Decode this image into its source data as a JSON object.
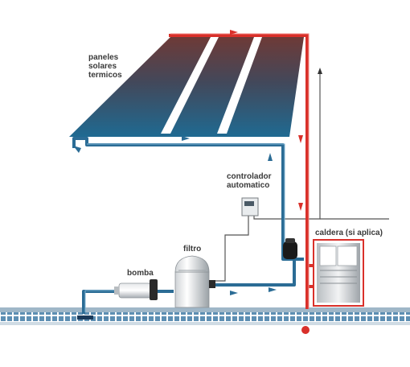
{
  "labels": {
    "panels": [
      "paneles",
      "solares",
      "termicos"
    ],
    "controller": [
      "controlador",
      "automatico"
    ],
    "boiler": "caldera (si aplica)",
    "filter": "filtro",
    "pump": "bomba"
  },
  "colors": {
    "hot_pipe": "#d9302a",
    "cold_pipe": "#2b6c95",
    "panel_top": "#6b3b39",
    "panel_bottom": "#1f5f86",
    "pool_edge": "#9fb7c8",
    "pool_tiles": "#5d8fb3",
    "control_wire": "#555555",
    "bg": "#ffffff"
  },
  "icons": [
    "solar-panel-icon",
    "pump-icon",
    "filter-tank-icon",
    "controller-box-icon",
    "valve-icon",
    "boiler-icon",
    "flow-arrow-icon",
    "sensor-dot-icon"
  ]
}
